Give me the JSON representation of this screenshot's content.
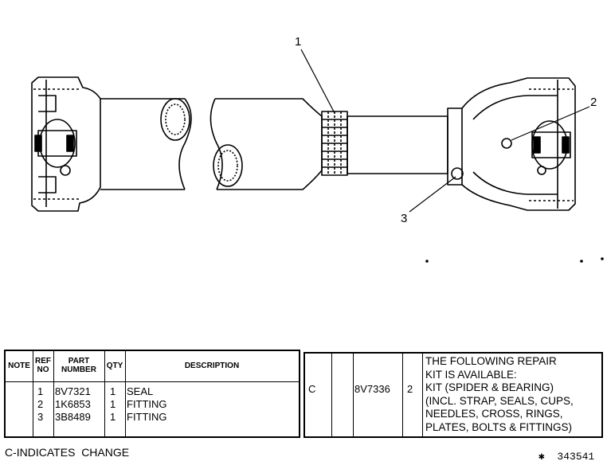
{
  "callouts": [
    "1",
    "2",
    "3"
  ],
  "parts_table": {
    "headers": {
      "note": "NOTE",
      "ref_no": [
        "REF",
        "NO"
      ],
      "part_number": [
        "PART",
        "NUMBER"
      ],
      "qty": "QTY",
      "description": "DESCRIPTION"
    },
    "rows": [
      {
        "ref": "1",
        "part": "8V7321",
        "qty": "1",
        "desc": "SEAL"
      },
      {
        "ref": "2",
        "part": "1K6853",
        "qty": "1",
        "desc": "FITTING"
      },
      {
        "ref": "3",
        "part": "3B8489",
        "qty": "1",
        "desc": "FITTING"
      }
    ]
  },
  "repair_table": {
    "note": "C",
    "part": "8V7336",
    "qty": "2",
    "desc_lines": [
      "THE FOLLOWING REPAIR",
      "KIT IS AVAILABLE:",
      "KIT (SPIDER & BEARING)",
      "(INCL. STRAP, SEALS, CUPS,",
      "NEEDLES, CROSS, RINGS,",
      "PLATES, BOLTS & FITTINGS)"
    ]
  },
  "footer": {
    "change_note": "C-INDICATES  CHANGE",
    "illustration_number": "✱  343541"
  }
}
